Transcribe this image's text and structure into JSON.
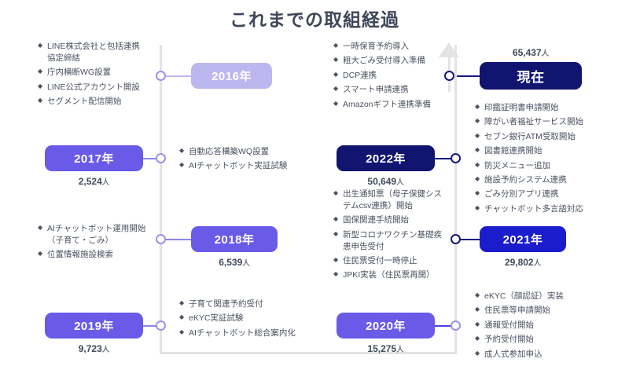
{
  "header": {
    "title": "これまでの取組経過"
  },
  "units": {
    "people": "人"
  },
  "colors": {
    "rail": "#e3e3e6",
    "lilac": "#bdb6ef",
    "purple": "#6a5ae8",
    "navy": "#111570",
    "navy_bright": "#1b1ccc",
    "node_purple": "#9a93e8",
    "node_navy": "#16187a",
    "text": "#4a5260"
  },
  "timeline": {
    "y2016": {
      "label": "2016年",
      "items": [
        "LINE株式会社と包括連携協定締結",
        "庁内横断WG設置",
        "LINE公式アカウント開設",
        "セグメント配信開始"
      ]
    },
    "y2017": {
      "label": "2017年",
      "count": "2,524",
      "items": [
        "自動応答構築WQ設置",
        "AIチャットボット実証試験"
      ]
    },
    "y2018": {
      "label": "2018年",
      "count": "6,539",
      "items": [
        "AIチャットボット運用開始（子育て・ごみ）",
        "位置情報施設検索"
      ]
    },
    "y2019": {
      "label": "2019年",
      "count": "9,723",
      "items": [
        "子育て関連予約受付",
        "eKYC実証試験",
        "AIチャットボット総合案内化"
      ]
    },
    "y2020": {
      "label": "2020年",
      "count": "15,275",
      "items": [
        "eKYC（顔認証）実装",
        "住民票等申請開始",
        "通報受付開始",
        "予約受付開始",
        "成人式参加申込"
      ]
    },
    "y2021": {
      "label": "2021年",
      "count": "29,802",
      "items": [
        "出生通知票（母子保健システムcsv連携）開始",
        "国保関連手続開始",
        "新型コロナワクチン基礎疾患申告受付",
        "住民票受付一時停止",
        "JPKI実装（住民票再開）"
      ]
    },
    "y2022": {
      "label": "2022年",
      "count": "50,649",
      "items": [
        "一時保育予約導入",
        "粗大ごみ受付導入準備",
        "DCP連携",
        "スマート申請連携",
        "Amazonギフト連携準備"
      ]
    },
    "present": {
      "label": "現在",
      "count": "65,437",
      "items": [
        "印鑑証明書申請開始",
        "障がい者福祉サービス開始",
        "セブン銀行ATM受取開始",
        "図書館連携開始",
        "防災メニュー追加",
        "施設予約システム連携",
        "ごみ分別アプリ連携",
        "チャットボット多言語対応"
      ]
    }
  }
}
